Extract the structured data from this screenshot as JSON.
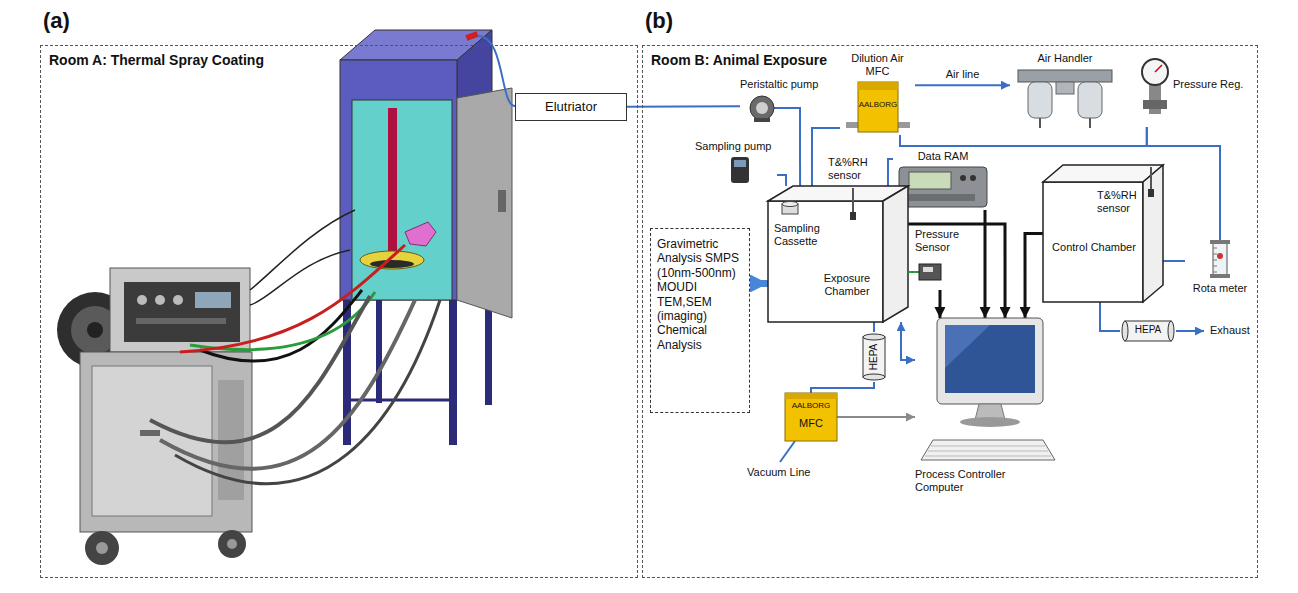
{
  "diagram": {
    "nodes": [
      {
        "text": [
          "(a)",
          "Room A: Thermal Spray Coating"
        ]
      },
      {
        "text": [
          "Elutriator"
        ],
        "in": 0
      },
      {
        "text": [
          "(b)",
          "Room B: Animal Exposure"
        ]
      },
      {
        "text": [
          "Peristaltic pump"
        ],
        "in": 2
      },
      {
        "text": [
          "Dilution Air MFC",
          "AALBORG"
        ],
        "in": 2
      },
      {
        "text": [
          "Air Handler"
        ],
        "in": 2
      },
      {
        "text": [
          "Pressure Reg."
        ],
        "in": 2
      },
      {
        "text": [
          "Data RAM"
        ],
        "in": 2
      },
      {
        "text": [
          "Sampling pump"
        ],
        "in": 2
      },
      {
        "text": [
          "Gravimetric Analysis SMPS (10nm-500nm) MOUDI TEM,SEM (imaging) Chemical Analysis"
        ],
        "in": 2
      },
      {
        "text": [
          "T&%RH sensor",
          "Sampling Cassette",
          "Exposure Chamber"
        ],
        "in": 2
      },
      {
        "text": [
          "Pressure Sensor"
        ],
        "in": 2
      },
      {
        "text": [
          "T&%RH sensor",
          "Control Chamber"
        ],
        "in": 2
      },
      {
        "text": [
          "Rota meter"
        ],
        "in": 2
      },
      {
        "text": [
          "HEPA"
        ],
        "in": 2
      },
      {
        "text": [
          "AALBORG",
          "MFC"
        ],
        "in": 2
      },
      {
        "text": [
          "Process Controller Computer"
        ],
        "in": 2
      },
      {
        "text": [
          "HEPA"
        ],
        "in": 2
      }
    ],
    "edges": [
      {
        "from": 1,
        "to": 3,
        "arrow": "none"
      },
      {
        "from": 3,
        "to": 10,
        "arrow": "none"
      },
      {
        "from": 4,
        "to": 10,
        "arrow": "none"
      },
      {
        "from": 4,
        "to": 5,
        "label": "Air line",
        "arrow": "to"
      },
      {
        "from": 4,
        "to": 6,
        "arrow": "none"
      },
      {
        "from": 6,
        "to": 13,
        "arrow": "none"
      },
      {
        "from": 13,
        "to": 12,
        "arrow": "none"
      },
      {
        "from": 12,
        "to": 17,
        "arrow": "none"
      },
      {
        "from": 8,
        "to": 10,
        "arrow": "none"
      },
      {
        "from": 7,
        "to": 10,
        "arrow": "none"
      },
      {
        "from": 9,
        "to": 10,
        "arrow": "to"
      },
      {
        "from": 7,
        "to": 16,
        "arrow": "to"
      },
      {
        "from": 10,
        "to": 16,
        "arrow": "to"
      },
      {
        "from": 11,
        "to": 16,
        "arrow": "to"
      },
      {
        "from": 12,
        "to": 16,
        "arrow": "to"
      },
      {
        "from": 10,
        "to": 16,
        "arrow": "both"
      },
      {
        "from": 10,
        "to": 14,
        "arrow": "none"
      },
      {
        "from": 14,
        "to": 15,
        "arrow": "none"
      },
      {
        "from": 15,
        "to": 16,
        "arrow": "to"
      }
    ],
    "labels": [
      "Vacuum Line",
      "Exhaust"
    ]
  }
}
